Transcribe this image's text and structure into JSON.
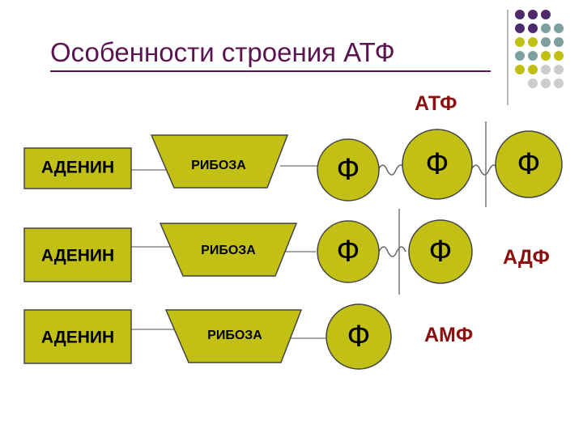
{
  "title": "Особенности строения АТФ",
  "colors": {
    "shape_fill": "#c2c014",
    "shape_stroke": "#444444",
    "title": "#5a1550",
    "label": "#8b1010",
    "dot_purple": "#4d2a6e",
    "dot_teal": "#7e9fa0",
    "dot_olive": "#c2c014",
    "dot_light": "#cccccc"
  },
  "rows": [
    {
      "adenine": "АДЕНИН",
      "ribose": "РИБОЗА",
      "phosphates": [
        "Ф",
        "Ф",
        "Ф"
      ],
      "label": "АТФ"
    },
    {
      "adenine": "АДЕНИН",
      "ribose": "РИБОЗА",
      "phosphates": [
        "Ф",
        "Ф"
      ],
      "label": "АДФ"
    },
    {
      "adenine": "АДЕНИН",
      "ribose": "РИБОЗА",
      "phosphates": [
        "Ф"
      ],
      "label": "АМФ"
    }
  ]
}
